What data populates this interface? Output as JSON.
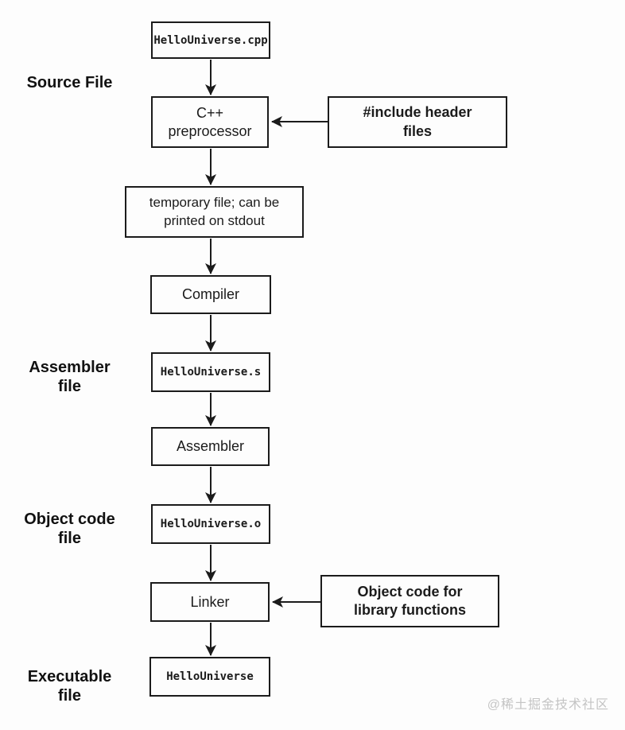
{
  "diagram": {
    "nodes": {
      "cpp_file": "HelloUniverse.cpp",
      "preprocessor": "C++\npreprocessor",
      "include_note": "#include header\nfiles",
      "temp_file": "temporary file; can be\nprinted on stdout",
      "compiler": "Compiler",
      "asm_file": "HelloUniverse.s",
      "assembler": "Assembler",
      "obj_file": "HelloUniverse.o",
      "linker": "Linker",
      "lib_note": "Object code for\nlibrary functions",
      "exe_file": "HelloUniverse"
    },
    "side_labels": {
      "source": "Source File",
      "assembler": "Assembler\nfile",
      "object": "Object code\nfile",
      "executable": "Executable\nfile"
    },
    "edges": [
      {
        "from": "HelloUniverse.cpp",
        "to": "C++ preprocessor"
      },
      {
        "from": "#include header files",
        "to": "C++ preprocessor"
      },
      {
        "from": "C++ preprocessor",
        "to": "temporary file; can be printed on stdout"
      },
      {
        "from": "temporary file; can be printed on stdout",
        "to": "Compiler"
      },
      {
        "from": "Compiler",
        "to": "HelloUniverse.s"
      },
      {
        "from": "HelloUniverse.s",
        "to": "Assembler"
      },
      {
        "from": "Assembler",
        "to": "HelloUniverse.o"
      },
      {
        "from": "HelloUniverse.o",
        "to": "Linker"
      },
      {
        "from": "Object code for library functions",
        "to": "Linker"
      },
      {
        "from": "Linker",
        "to": "HelloUniverse"
      }
    ],
    "colors": {
      "line": "#1b1b1b",
      "box_border": "#1b1b1b",
      "background": "#fdfdfd",
      "watermark": "#c4c4c4"
    },
    "watermark": "@稀土掘金技术社区"
  }
}
